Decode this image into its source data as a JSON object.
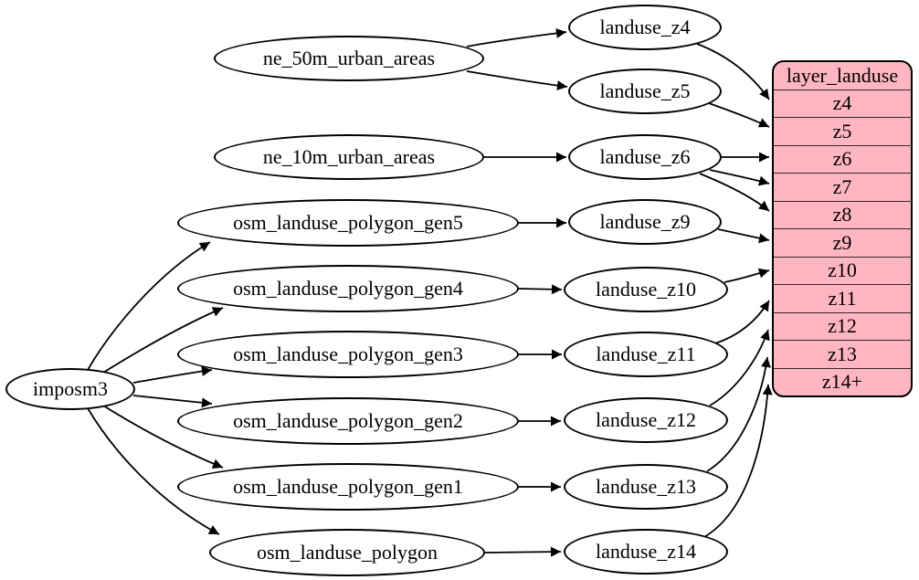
{
  "diagram": {
    "kind": "graphviz-digraph",
    "background_color": "#ffffff",
    "node_fill_color": "#ffffff",
    "table_fill_color": "#ffb6c1",
    "stroke_color": "#000000"
  },
  "nodes": {
    "imposm3": {
      "label": "imposm3"
    },
    "ne_50m_urban_areas": {
      "label": "ne_50m_urban_areas"
    },
    "ne_10m_urban_areas": {
      "label": "ne_10m_urban_areas"
    },
    "osm_landuse_polygon_gen5": {
      "label": "osm_landuse_polygon_gen5"
    },
    "osm_landuse_polygon_gen4": {
      "label": "osm_landuse_polygon_gen4"
    },
    "osm_landuse_polygon_gen3": {
      "label": "osm_landuse_polygon_gen3"
    },
    "osm_landuse_polygon_gen2": {
      "label": "osm_landuse_polygon_gen2"
    },
    "osm_landuse_polygon_gen1": {
      "label": "osm_landuse_polygon_gen1"
    },
    "osm_landuse_polygon": {
      "label": "osm_landuse_polygon"
    },
    "landuse_z4": {
      "label": "landuse_z4"
    },
    "landuse_z5": {
      "label": "landuse_z5"
    },
    "landuse_z6": {
      "label": "landuse_z6"
    },
    "landuse_z9": {
      "label": "landuse_z9"
    },
    "landuse_z10": {
      "label": "landuse_z10"
    },
    "landuse_z11": {
      "label": "landuse_z11"
    },
    "landuse_z12": {
      "label": "landuse_z12"
    },
    "landuse_z13": {
      "label": "landuse_z13"
    },
    "landuse_z14": {
      "label": "landuse_z14"
    }
  },
  "table": {
    "title": "layer_landuse",
    "rows": [
      "z4",
      "z5",
      "z6",
      "z7",
      "z8",
      "z9",
      "z10",
      "z11",
      "z12",
      "z13",
      "z14+"
    ]
  },
  "edges": [
    {
      "from": "imposm3",
      "to": "osm_landuse_polygon_gen5"
    },
    {
      "from": "imposm3",
      "to": "osm_landuse_polygon_gen4"
    },
    {
      "from": "imposm3",
      "to": "osm_landuse_polygon_gen3"
    },
    {
      "from": "imposm3",
      "to": "osm_landuse_polygon_gen2"
    },
    {
      "from": "imposm3",
      "to": "osm_landuse_polygon_gen1"
    },
    {
      "from": "imposm3",
      "to": "osm_landuse_polygon"
    },
    {
      "from": "ne_50m_urban_areas",
      "to": "landuse_z4"
    },
    {
      "from": "ne_50m_urban_areas",
      "to": "landuse_z5"
    },
    {
      "from": "ne_10m_urban_areas",
      "to": "landuse_z6"
    },
    {
      "from": "osm_landuse_polygon_gen5",
      "to": "landuse_z9"
    },
    {
      "from": "osm_landuse_polygon_gen4",
      "to": "landuse_z10"
    },
    {
      "from": "osm_landuse_polygon_gen3",
      "to": "landuse_z11"
    },
    {
      "from": "osm_landuse_polygon_gen2",
      "to": "landuse_z12"
    },
    {
      "from": "osm_landuse_polygon_gen1",
      "to": "landuse_z13"
    },
    {
      "from": "osm_landuse_polygon",
      "to": "landuse_z14"
    },
    {
      "from": "landuse_z4",
      "to": "layer_landuse.z4"
    },
    {
      "from": "landuse_z5",
      "to": "layer_landuse.z5"
    },
    {
      "from": "landuse_z6",
      "to": "layer_landuse.z6"
    },
    {
      "from": "landuse_z6",
      "to": "layer_landuse.z7"
    },
    {
      "from": "landuse_z6",
      "to": "layer_landuse.z8"
    },
    {
      "from": "landuse_z9",
      "to": "layer_landuse.z9"
    },
    {
      "from": "landuse_z10",
      "to": "layer_landuse.z10"
    },
    {
      "from": "landuse_z11",
      "to": "layer_landuse.z11"
    },
    {
      "from": "landuse_z12",
      "to": "layer_landuse.z12"
    },
    {
      "from": "landuse_z13",
      "to": "layer_landuse.z13"
    },
    {
      "from": "landuse_z14",
      "to": "layer_landuse.z14+"
    }
  ]
}
